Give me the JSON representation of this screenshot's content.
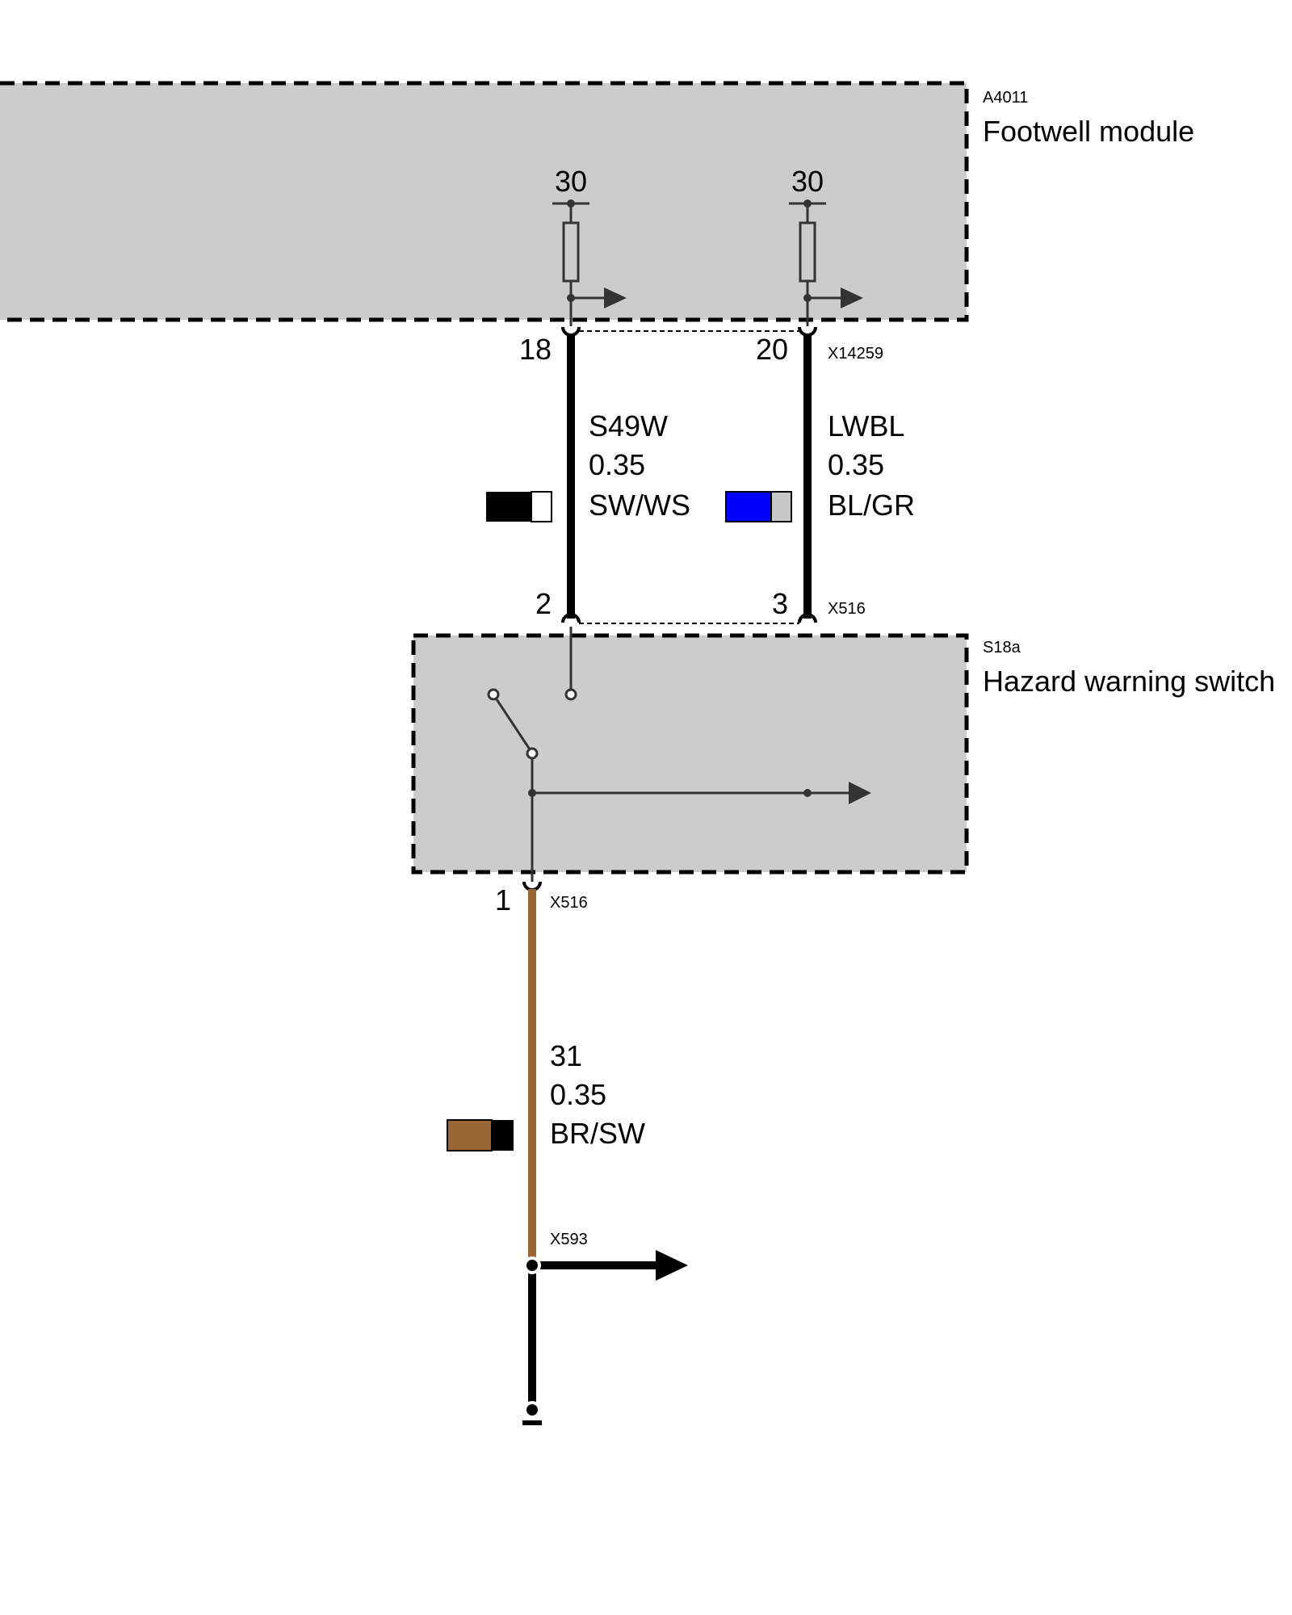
{
  "modules": {
    "footwell": {
      "id": "A4011",
      "name": "Footwell module"
    },
    "hazard": {
      "id": "S18a",
      "name": "Hazard warning switch"
    }
  },
  "supplies": {
    "left": "30",
    "right": "30"
  },
  "connectors": {
    "top": "X14259",
    "mid": "X516",
    "bottom": "X516",
    "ground": "X593"
  },
  "pins": {
    "p18": "18",
    "p20": "20",
    "p2": "2",
    "p3": "3",
    "p1": "1"
  },
  "wires": {
    "left": {
      "circuit": "S49W",
      "size": "0.35",
      "color_code": "SW/WS",
      "colors": [
        "#000000",
        "#ffffff"
      ]
    },
    "right": {
      "circuit": "LWBL",
      "size": "0.35",
      "color_code": "BL/GR",
      "colors": [
        "#0000ff",
        "#c8c8c8"
      ]
    },
    "bottom": {
      "circuit": "31",
      "size": "0.35",
      "color_code": "BR/SW",
      "colors": [
        "#9a6635",
        "#000000"
      ]
    }
  }
}
